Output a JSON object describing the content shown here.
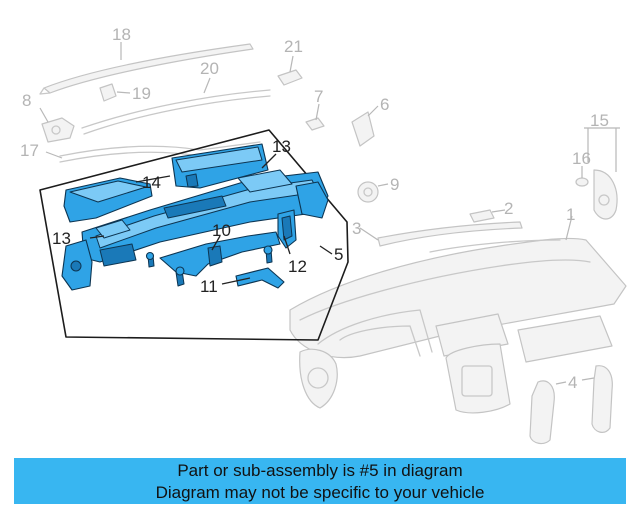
{
  "callouts": {
    "c1": "1",
    "c2": "2",
    "c3": "3",
    "c4": "4",
    "c5": "5",
    "c6": "6",
    "c7": "7",
    "c8": "8",
    "c9": "9",
    "c10": "10",
    "c11": "11",
    "c12": "12",
    "c13a": "13",
    "c13b": "13",
    "c14": "14",
    "c15": "15",
    "c16": "16",
    "c17": "17",
    "c18": "18",
    "c19": "19",
    "c20": "20",
    "c21": "21"
  },
  "colors": {
    "highlight": "#2fa3e6",
    "banner": "#38b6f1"
  },
  "banner": {
    "line1": "Part or sub-assembly is #5 in diagram",
    "line2": "Diagram may not be specific to your vehicle"
  }
}
